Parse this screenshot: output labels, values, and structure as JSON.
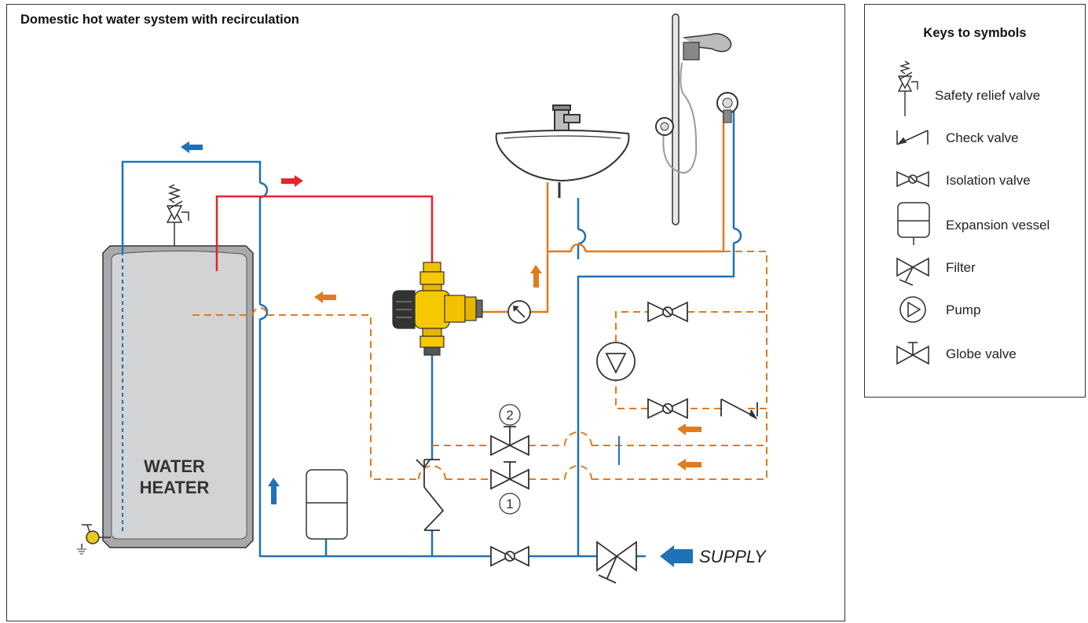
{
  "title": "Domestic hot water system with recirculation",
  "heater_label_line1": "WATER",
  "heater_label_line2": "HEATER",
  "supply_label": "SUPPLY",
  "valve_number_1": "1",
  "valve_number_2": "2",
  "legend": {
    "title": "Keys to symbols",
    "items": [
      {
        "label": "Safety relief valve",
        "icon": "safety-relief-valve-icon"
      },
      {
        "label": "Check valve",
        "icon": "check-valve-icon"
      },
      {
        "label": "Isolation valve",
        "icon": "isolation-valve-icon"
      },
      {
        "label": "Expansion vessel",
        "icon": "expansion-vessel-icon"
      },
      {
        "label": "Filter",
        "icon": "filter-icon"
      },
      {
        "label": "Pump",
        "icon": "pump-icon"
      },
      {
        "label": "Globe valve",
        "icon": "globe-valve-icon"
      }
    ]
  },
  "colors": {
    "cold": "#1f72b8",
    "hot": "#e8232a",
    "mixed": "#e07b20",
    "heater_outer": "#a7a9ac",
    "heater_inner": "#d1d3d4",
    "brass": "#f2c200"
  }
}
